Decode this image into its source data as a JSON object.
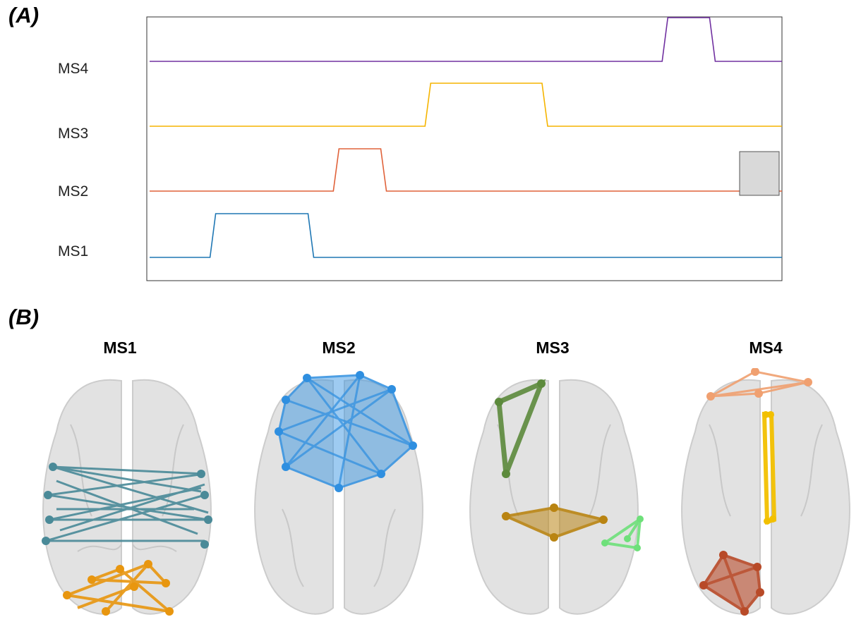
{
  "panel_a": {
    "label": "(A)"
  },
  "panel_b": {
    "label": "(B)"
  },
  "timeline": {
    "rows": [
      {
        "name": "MS4",
        "color": "#7030a0",
        "active_from": 0.815,
        "active_to": 0.89
      },
      {
        "name": "MS3",
        "color": "#f5b400",
        "active_from": 0.44,
        "active_to": 0.625
      },
      {
        "name": "MS2",
        "color": "#e0623a",
        "active_from": 0.295,
        "active_to": 0.37
      },
      {
        "name": "MS1",
        "color": "#1f77b4",
        "active_from": 0.1,
        "active_to": 0.255
      }
    ]
  },
  "brains": [
    {
      "title": "MS1",
      "networks": [
        "teal",
        "orange"
      ]
    },
    {
      "title": "MS2",
      "networks": [
        "blue"
      ]
    },
    {
      "title": "MS3",
      "networks": [
        "green",
        "gold",
        "lightgreen"
      ]
    },
    {
      "title": "MS4",
      "networks": [
        "peach",
        "yellow",
        "rust"
      ]
    }
  ],
  "colors": {
    "teal": "#4a8a98",
    "orange": "#e8960f",
    "blue": "#2f8fe0",
    "green": "#5c8a3c",
    "gold": "#b98412",
    "lightgreen": "#6ee07a",
    "peach": "#f0a070",
    "yellow": "#f2c000",
    "rust": "#b84a28",
    "brain": "#d8d8d8"
  }
}
